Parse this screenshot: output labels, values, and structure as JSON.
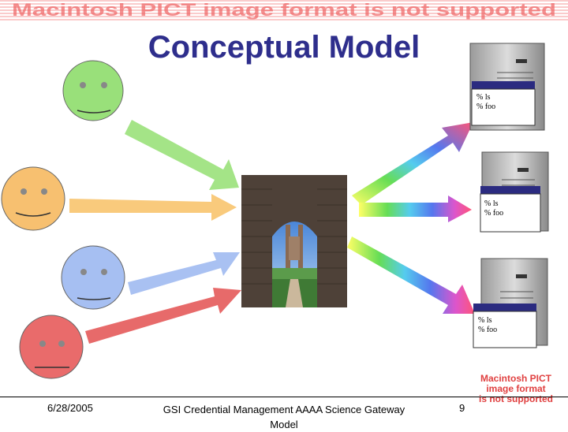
{
  "slide": {
    "title": "Conceptual Model",
    "footer_date": "6/28/2005",
    "footer_text": "GSI Credential Management AAAA Science Gateway Model",
    "page_number": "9",
    "pict_notice": [
      "Macintosh PICT",
      "image format",
      "is not supported"
    ],
    "pict_banner_text": "Macintosh PICT image format is not supported",
    "banner_color": "#f07070"
  },
  "users": [
    {
      "name": "green-user",
      "color": "#99e07a"
    },
    {
      "name": "orange-user",
      "color": "#f7c070"
    },
    {
      "name": "blue-user",
      "color": "#a6bff2"
    },
    {
      "name": "red-user",
      "color": "#e96b6b"
    }
  ],
  "gateway": {
    "image": "cathedral-archway-photo"
  },
  "servers": [
    {
      "name": "server-1",
      "terminal_lines": [
        "% ls",
        "% foo"
      ]
    },
    {
      "name": "server-2",
      "terminal_lines": [
        "% ls",
        "% foo"
      ]
    },
    {
      "name": "server-3",
      "terminal_lines": [
        "% ls",
        "% foo"
      ]
    }
  ]
}
